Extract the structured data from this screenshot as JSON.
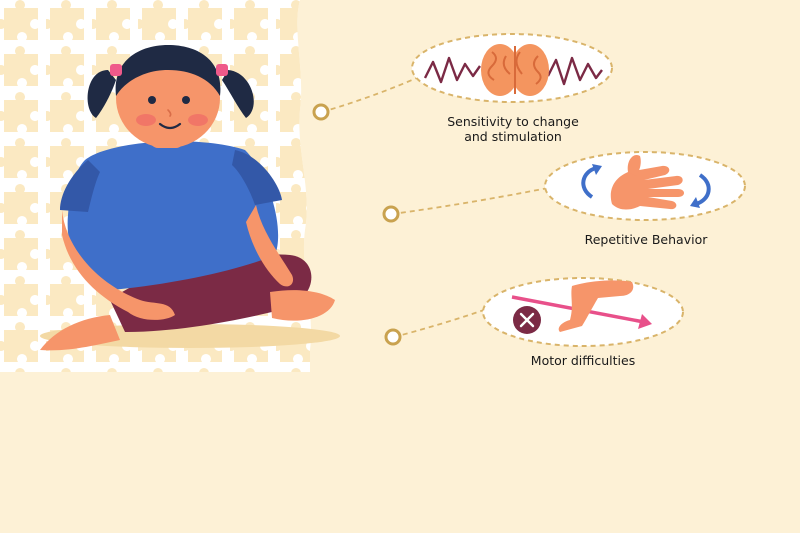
{
  "colors": {
    "background": "#fdf1d6",
    "puzzle": "#fbe8bf",
    "dash": "#d9b46a",
    "dot_ring": "#c9a24f",
    "skin": "#f6956a",
    "skin_dark": "#e8784e",
    "shirt": "#3f6fc9",
    "shirt_dark": "#3358a8",
    "pants": "#7b2a45",
    "hair": "#1f2a44",
    "hair_tie": "#ef5a8a",
    "brain": "#f4955f",
    "wave": "#7b2a45",
    "arrow_blue": "#3f6fc9",
    "arrow_pink": "#e8508a",
    "x_badge": "#7b2a45"
  },
  "callouts": [
    {
      "id": "sensitivity",
      "label_lines": [
        "Sensitivity to change",
        "and stimulation"
      ],
      "icon": "brain-wave-icon"
    },
    {
      "id": "repetitive",
      "label_lines": [
        "Repetitive Behavior"
      ],
      "icon": "waving-hand-icon"
    },
    {
      "id": "motor",
      "label_lines": [
        "Motor difficulties"
      ],
      "icon": "leg-crossed-icon"
    }
  ]
}
